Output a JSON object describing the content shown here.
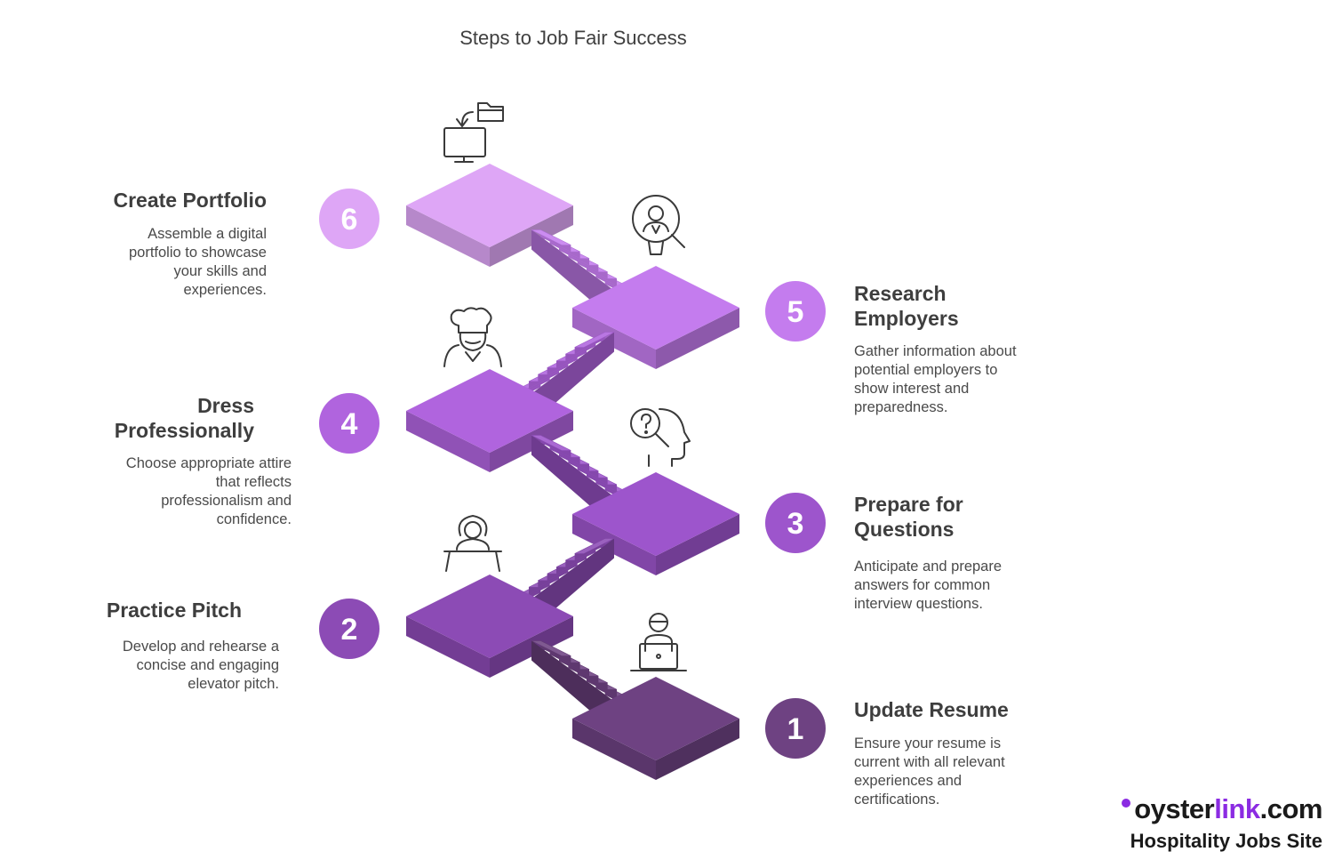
{
  "title": "Steps to Job Fair Success",
  "steps": [
    {
      "number": "1",
      "heading_lines": [
        "Update Resume"
      ],
      "description_lines": [
        "Ensure your resume is",
        "current with all relevant",
        "experiences and",
        "certifications."
      ],
      "icon": "laptop-user-icon",
      "color": "#6e4282"
    },
    {
      "number": "2",
      "heading_lines": [
        "Practice Pitch"
      ],
      "description_lines": [
        "Develop and rehearse a",
        "concise and engaging",
        "elevator pitch."
      ],
      "icon": "speaker-podium-icon",
      "color": "#8c4bb5"
    },
    {
      "number": "3",
      "heading_lines": [
        "Prepare for",
        "Questions"
      ],
      "description_lines": [
        "Anticipate and prepare",
        "answers for common",
        "interview questions."
      ],
      "icon": "head-question-icon",
      "color": "#9d55cc"
    },
    {
      "number": "4",
      "heading_lines": [
        "Dress",
        "Professionally"
      ],
      "description_lines": [
        "Choose appropriate attire",
        "that reflects",
        "professionalism and",
        "confidence."
      ],
      "icon": "chef-icon",
      "color": "#b064de"
    },
    {
      "number": "5",
      "heading_lines": [
        "Research",
        "Employers"
      ],
      "description_lines": [
        "Gather information about",
        "potential employers to",
        "show interest and",
        "preparedness."
      ],
      "icon": "person-magnifier-icon",
      "color": "#c47cee"
    },
    {
      "number": "6",
      "heading_lines": [
        "Create Portfolio"
      ],
      "description_lines": [
        "Assemble a digital",
        "portfolio to showcase",
        "your skills and",
        "experiences."
      ],
      "icon": "monitor-folder-icon",
      "color": "#dea6f6"
    }
  ],
  "brand": {
    "name_prefix": "oyster",
    "name_accent": "link",
    "name_suffix": ".com",
    "tagline": "Hospitality Jobs Site"
  }
}
